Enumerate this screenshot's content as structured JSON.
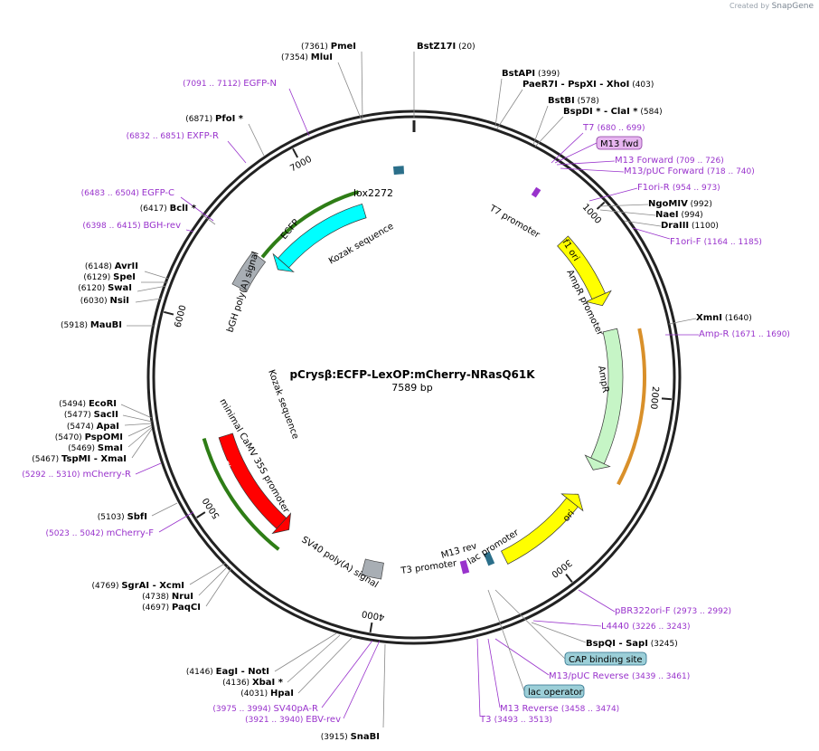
{
  "branding": {
    "prefix": "Created by",
    "name": "SnapGene"
  },
  "plasmid": {
    "name": "pCrysβ:ECFP-LexOP:mCherry-NRasQ61K",
    "size": "7589 bp",
    "length": 7589
  },
  "ticks": [
    "1000",
    "2000",
    "3000",
    "4000",
    "5000",
    "6000",
    "7000"
  ],
  "colors": {
    "cyan": "#00ffff",
    "red": "#ff0000",
    "yellow": "#ffff00",
    "lightgreen": "#c6f5c6",
    "orange": "#f5c07a",
    "green": "#3a8a2a",
    "purple": "#9933cc",
    "teal": "#2b6f8a",
    "gray": "#a8aeb4",
    "lavender": "#e7b6f0",
    "labelbox": "#9ccfd8"
  },
  "features": [
    {
      "id": "ecfp",
      "label": "ECFP",
      "color": "#00ffff",
      "start": 6500,
      "end": 7237,
      "icon": "arrow-ccw"
    },
    {
      "id": "mcherry",
      "label": "mCherry",
      "color": "#ff0000",
      "start": 4625,
      "end": 5330,
      "icon": "arrow-ccw"
    },
    {
      "id": "f1ori",
      "label": "f1 ori",
      "color": "#ffff00",
      "start": 1002,
      "end": 1458,
      "icon": "arrow-cw"
    },
    {
      "id": "ampr",
      "label": "AmpR",
      "color": "#c6f5c6",
      "start": 1613,
      "end": 2473,
      "icon": "arrow-cw"
    },
    {
      "id": "ori",
      "label": "ori",
      "color": "#ffff00",
      "start": 2644,
      "end": 3232,
      "icon": "arrow-ccw"
    },
    {
      "id": "bgh",
      "label": "bGH poly(A) signal",
      "color": "#a8aeb4",
      "start": 6264,
      "end": 6488,
      "icon": "box"
    },
    {
      "id": "sv40",
      "label": "SV40 poly(A) signal",
      "color": "#a8aeb4",
      "start": 3990,
      "end": 4110,
      "icon": "box"
    }
  ],
  "labels": {
    "lox2272": "lox2272",
    "kozak1": "Kozak sequence",
    "kozak2": "Kozak sequence",
    "t7prom": "T7 promoter",
    "amprprom": "AmpR promoter",
    "caMV": "minimal CaMV 35S promoter",
    "t3prom": "T3 promoter",
    "m13rev": "M13 rev",
    "lacprom": "lac promoter"
  },
  "sites_black": [
    {
      "name": "PmeI",
      "pos": "(7361)"
    },
    {
      "name": "MluI",
      "pos": "(7354)"
    },
    {
      "name": "BstZ17I",
      "pos": "(20)"
    },
    {
      "name": "BstAPI",
      "pos": "(399)"
    },
    {
      "name": "PaeR7I",
      "extra": "- PspXI   - XhoI",
      "pos": "(403)"
    },
    {
      "name": "BstBI",
      "pos": "(578)"
    },
    {
      "name": "BspDI *",
      "extra": "- ClaI *",
      "pos": "(584)"
    },
    {
      "name": "PfoI *",
      "pos": "(6871)"
    },
    {
      "name": "BclI *",
      "pos": "(6417)"
    },
    {
      "name": "NgoMIV",
      "pos": "(992)"
    },
    {
      "name": "NaeI",
      "pos": "(994)"
    },
    {
      "name": "DraIII",
      "pos": "(1100)"
    },
    {
      "name": "AvrII",
      "pos": "(6148)"
    },
    {
      "name": "SpeI",
      "pos": "(6129)"
    },
    {
      "name": "SwaI",
      "pos": "(6120)"
    },
    {
      "name": "NsiI",
      "pos": "(6030)"
    },
    {
      "name": "MauBI",
      "pos": "(5918)"
    },
    {
      "name": "XmnI",
      "pos": "(1640)"
    },
    {
      "name": "EcoRI",
      "pos": "(5494)"
    },
    {
      "name": "SacII",
      "pos": "(5477)"
    },
    {
      "name": "ApaI",
      "pos": "(5474)"
    },
    {
      "name": "PspOMI",
      "pos": "(5470)"
    },
    {
      "name": "SmaI",
      "pos": "(5469)"
    },
    {
      "name": "TspMI",
      "extra": "- XmaI",
      "pos": "(5467)"
    },
    {
      "name": "SbfI",
      "pos": "(5103)"
    },
    {
      "name": "SgrAI",
      "extra": "- XcmI",
      "pos": "(4769)"
    },
    {
      "name": "NruI",
      "pos": "(4738)"
    },
    {
      "name": "PaqCI",
      "pos": "(4697)"
    },
    {
      "name": "EagI",
      "extra": "- NotI",
      "pos": "(4146)"
    },
    {
      "name": "XbaI *",
      "pos": "(4136)"
    },
    {
      "name": "HpaI",
      "pos": "(4031)"
    },
    {
      "name": "SnaBI",
      "pos": "(3915)"
    },
    {
      "name": "BspQI",
      "extra": "- SapI",
      "pos": "(3245)"
    }
  ],
  "primers": [
    {
      "name": "EGFP-N",
      "range": "(7091 .. 7112)"
    },
    {
      "name": "EXFP-R",
      "range": "(6832 .. 6851)"
    },
    {
      "name": "T7",
      "range": "(680 .. 699)"
    },
    {
      "name": "M13 Forward",
      "range": "(709 .. 726)"
    },
    {
      "name": "M13/pUC Forward",
      "range": "(718 .. 740)"
    },
    {
      "name": "F1ori-R",
      "range": "(954 .. 973)"
    },
    {
      "name": "EGFP-C",
      "range": "(6483 .. 6504)"
    },
    {
      "name": "BGH-rev",
      "range": "(6398 .. 6415)"
    },
    {
      "name": "F1ori-F",
      "range": "(1164 .. 1185)"
    },
    {
      "name": "Amp-R",
      "range": "(1671 .. 1690)"
    },
    {
      "name": "mCherry-R",
      "range": "(5292 .. 5310)"
    },
    {
      "name": "mCherry-F",
      "range": "(5023 .. 5042)"
    },
    {
      "name": "pBR322ori-F",
      "range": "(2973 .. 2992)"
    },
    {
      "name": "L4440",
      "range": "(3226 .. 3243)"
    },
    {
      "name": "M13/pUC Reverse",
      "range": "(3439 .. 3461)"
    },
    {
      "name": "M13 Reverse",
      "range": "(3458 .. 3474)"
    },
    {
      "name": "T3",
      "range": "(3493 .. 3513)"
    },
    {
      "name": "SV40pA-R",
      "range": "(3975 .. 3994)"
    },
    {
      "name": "EBV-rev",
      "range": "(3921 .. 3940)"
    }
  ],
  "boxed": {
    "m13fwd": "M13 fwd",
    "cap": "CAP binding site",
    "lacop": "lac operator"
  }
}
